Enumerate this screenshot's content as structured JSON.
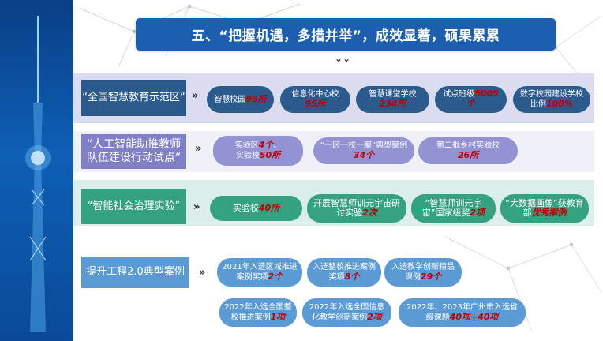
{
  "title": "五、“把握机遇，多措并举”，成效显著，硕果累累",
  "row1": {
    "label": "“全国智慧教育示范区”",
    "items": [
      {
        "text": "智慧校园",
        "value": "95所"
      },
      {
        "text": "信息化中心校",
        "value": "95所"
      },
      {
        "text": "智慧课堂学校",
        "value": "234所"
      },
      {
        "text": "试点班级",
        "value": "5005个"
      },
      {
        "text": "数字校园建设学校比例",
        "value": "100%"
      }
    ]
  },
  "row2": {
    "label": "“人工智能助推教师队伍建设行动试点”",
    "items": [
      {
        "text1": "实验区",
        "value1": "4个",
        "sep": "、",
        "text2": "实验校",
        "value2": "50所"
      },
      {
        "text": "“一区一校一案”典型案例",
        "value": "34个"
      },
      {
        "text": "第二批乡村实验校",
        "value": "26所"
      }
    ]
  },
  "row3": {
    "label": "“智能社会治理实验”",
    "items": [
      {
        "text": "实验校",
        "value": "40所"
      },
      {
        "text": "开展智慧师训元宇宙研讨实验",
        "value": "2次"
      },
      {
        "text": "“智慧师训元宇宙”国家级奖",
        "value": "2项"
      },
      {
        "text": "“大数据画像”获教育部",
        "value": "优秀案例"
      }
    ]
  },
  "row4": {
    "label": "提升工程2.0典型案例",
    "items": [
      {
        "text": "2021年入选区域推进案例奖项",
        "value": "2个"
      },
      {
        "text": "入选整校推进案例奖项",
        "value": "8个"
      },
      {
        "text": "入选教学创新精品课例",
        "value": "29个"
      },
      {
        "text": "2022年入选全国整校推进案例",
        "value": "1项"
      },
      {
        "text": "2022年入选全国信息化教学创新案例",
        "value": "2项"
      },
      {
        "text": "2022年、2023年广州市入选省级课题",
        "value": "40项+40项"
      }
    ]
  },
  "arrow_symbol": "»",
  "chevron_symbol": "⌄⌄",
  "colors": {
    "title_bg": "#1c5fb0",
    "row1": "#2b5b8c",
    "row2": "#9393d4",
    "row3": "#34a181",
    "row4": "#5b9bd5",
    "highlight": "#c00000"
  }
}
